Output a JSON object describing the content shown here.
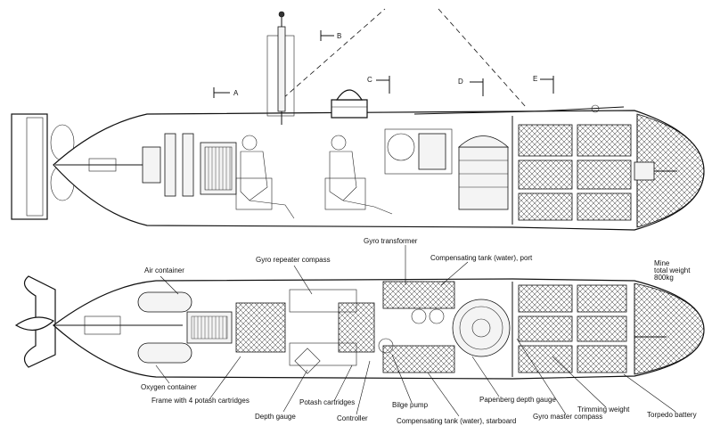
{
  "sections": [
    "A",
    "B",
    "C",
    "D",
    "E"
  ],
  "labels": {
    "air_container": "Air container",
    "gyro_repeater": "Gyro repeater compass",
    "gyro_transformer": "Gyro transformer",
    "comp_tank_port": "Compensating tank (water), port",
    "mine_line1": "Mine",
    "mine_line2": "total weight",
    "mine_line3": "800kg",
    "oxygen": "Oxygen container",
    "frame_potash": "Frame with 4 potash cartridges",
    "depth_gauge": "Depth gauge",
    "potash_cartridges": "Potash cartridges",
    "controller": "Controller",
    "bilge_pump": "Bilge pump",
    "comp_tank_starboard": "Compensating tank (water), starboard",
    "papenberg": "Papenberg depth gauge",
    "gyro_master": "Gyro master compass",
    "trimming_weight": "Trimming weight",
    "torpedo_battery": "Torpedo battery"
  }
}
